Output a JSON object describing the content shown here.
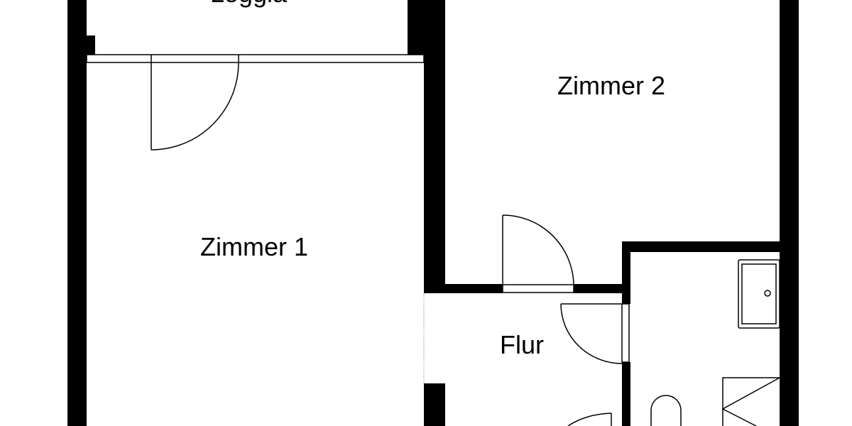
{
  "rooms": {
    "loggia": "Loggia",
    "zimmer1": "Zimmer 1",
    "zimmer2": "Zimmer 2",
    "flur": "Flur"
  },
  "colors": {
    "wall": "#000000",
    "background": "#ffffff"
  }
}
